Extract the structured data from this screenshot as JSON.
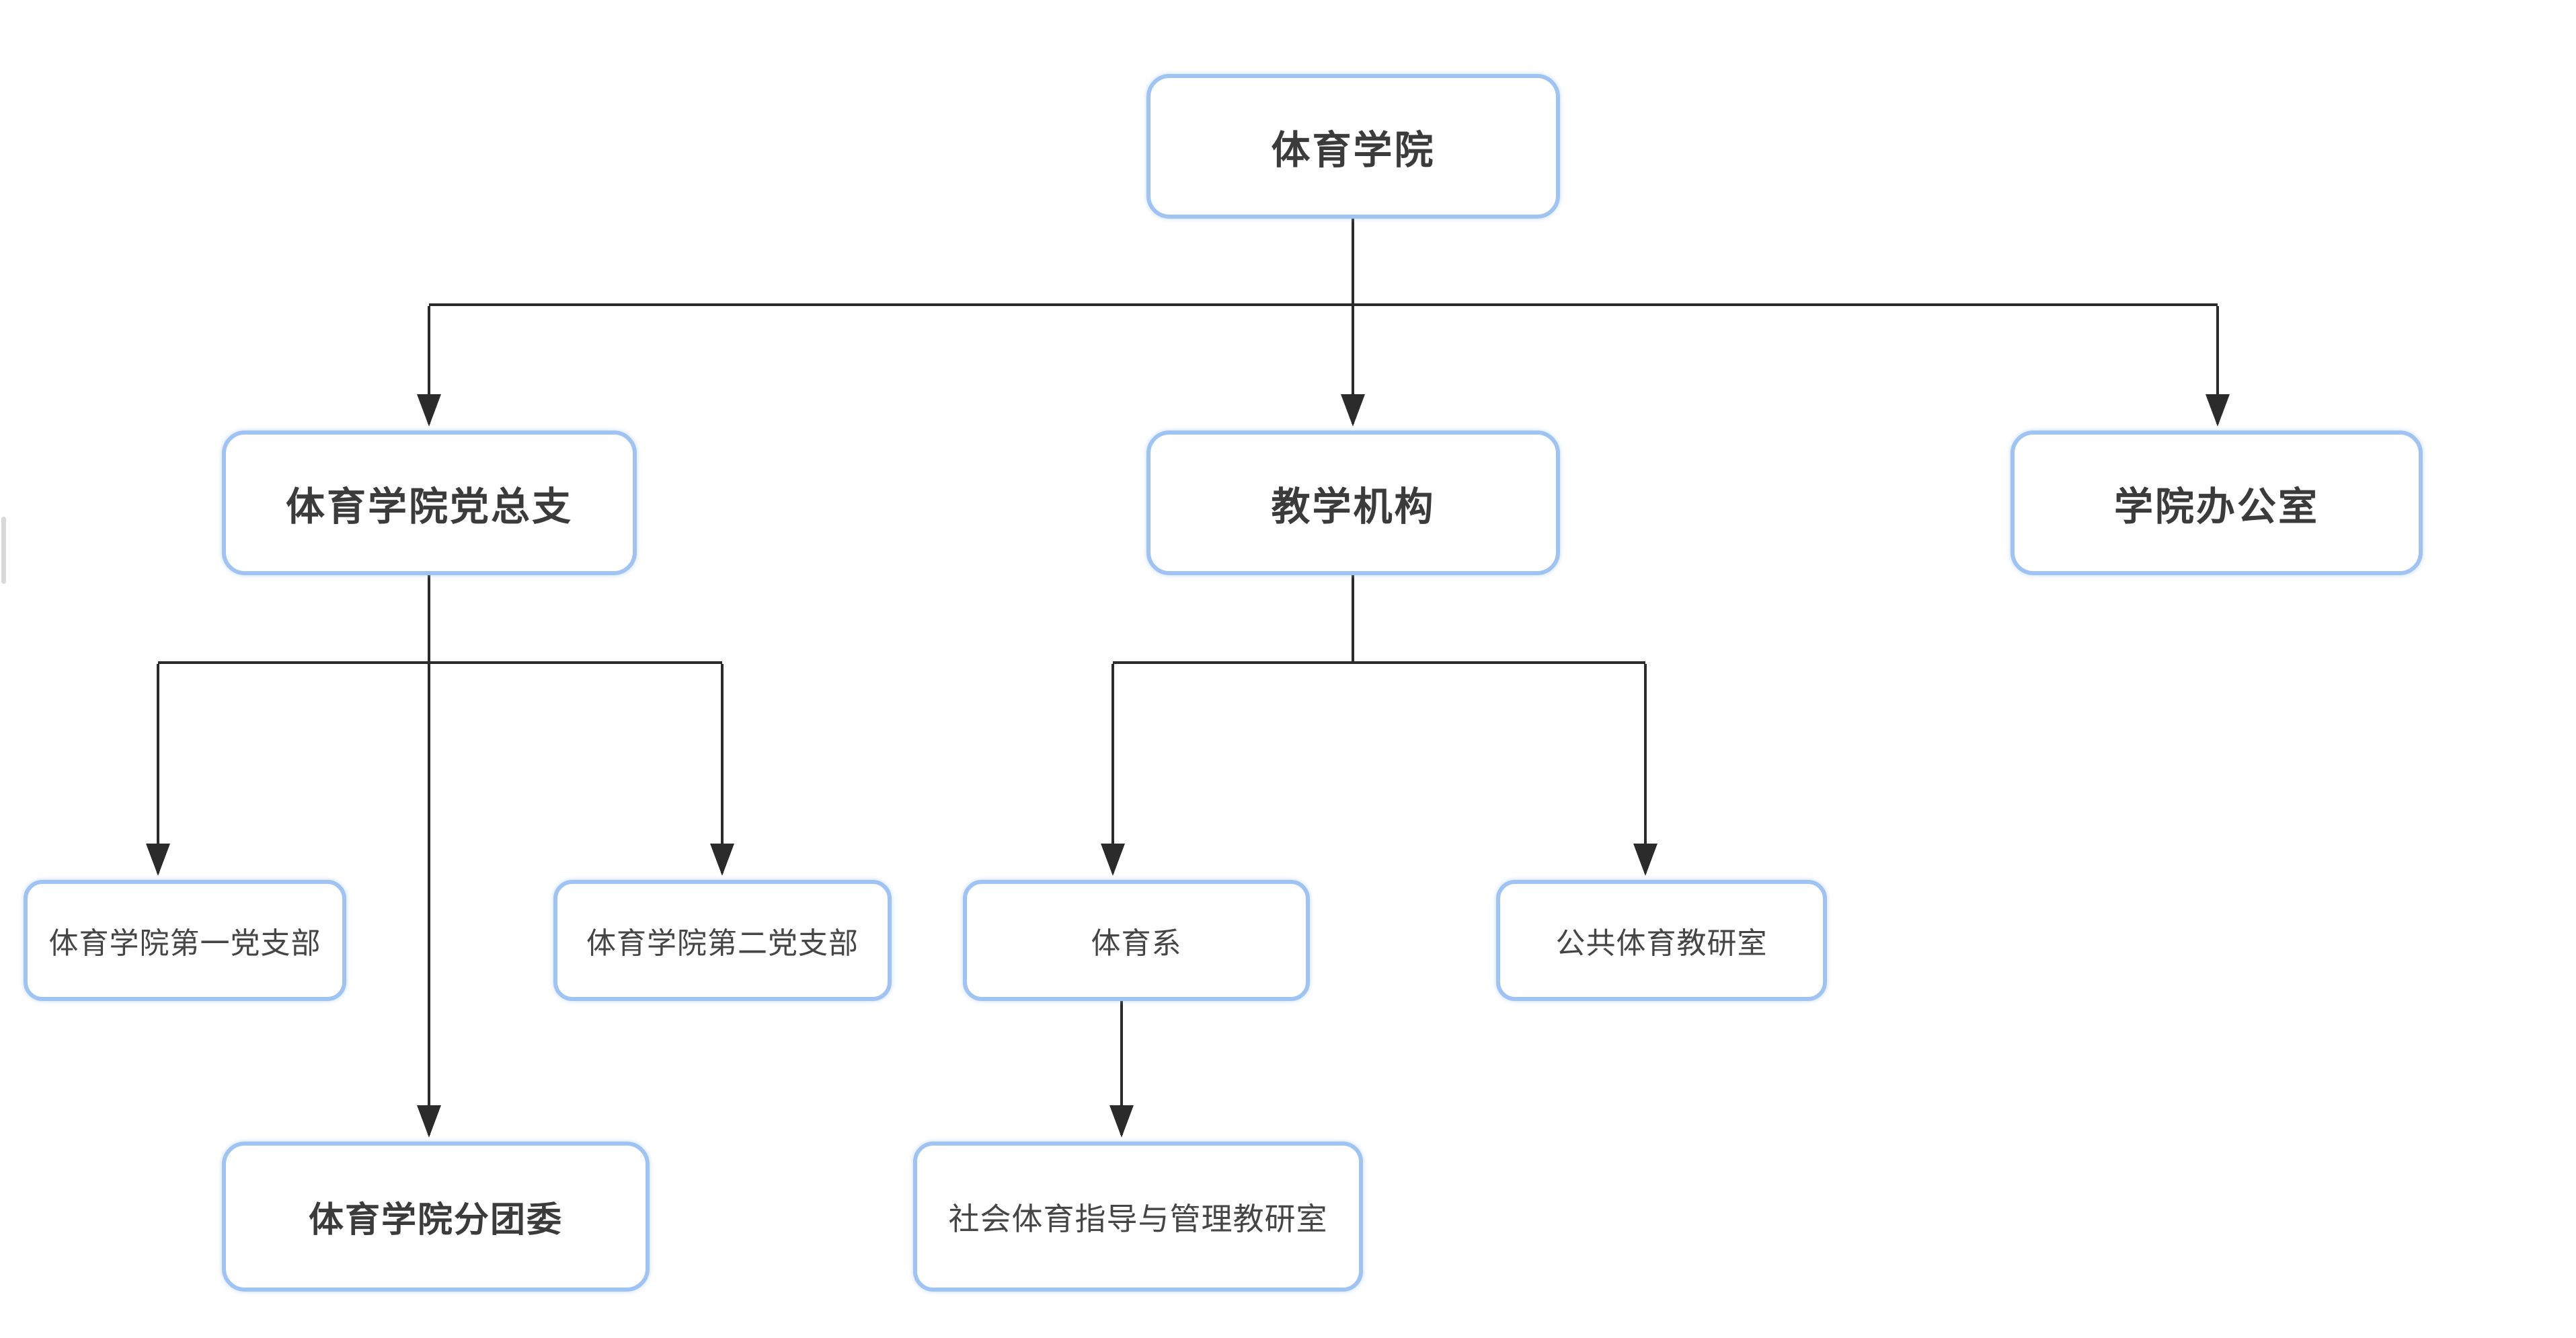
{
  "colors": {
    "box_border": "#9fc3f3",
    "box_fill": "#ffffff",
    "heading_text": "#3b3b3b",
    "body_text": "#454545",
    "connector_line": "#2b2b2b",
    "background": "#ffffff"
  },
  "org_chart": {
    "nodes": {
      "root": {
        "label": "体育学院",
        "level": 1
      },
      "party": {
        "label": "体育学院党总支",
        "level": 2
      },
      "teaching": {
        "label": "教学机构",
        "level": 2
      },
      "office": {
        "label": "学院办公室",
        "level": 2
      },
      "branch1": {
        "label": "体育学院第一党支部",
        "level": 3
      },
      "branch2": {
        "label": "体育学院第二党支部",
        "level": 3
      },
      "pe_dept": {
        "label": "体育系",
        "level": 3
      },
      "public_pe": {
        "label": "公共体育教研室",
        "level": 3
      },
      "youth_league": {
        "label": "体育学院分团委",
        "level": 4
      },
      "social_pe": {
        "label": "社会体育指导与管理教研室",
        "level": 4
      }
    },
    "edges": [
      {
        "from": "root",
        "to": "party"
      },
      {
        "from": "root",
        "to": "teaching"
      },
      {
        "from": "root",
        "to": "office"
      },
      {
        "from": "party",
        "to": "branch1"
      },
      {
        "from": "party",
        "to": "branch2"
      },
      {
        "from": "party",
        "to": "youth_league"
      },
      {
        "from": "teaching",
        "to": "pe_dept"
      },
      {
        "from": "teaching",
        "to": "public_pe"
      },
      {
        "from": "pe_dept",
        "to": "social_pe"
      }
    ]
  }
}
